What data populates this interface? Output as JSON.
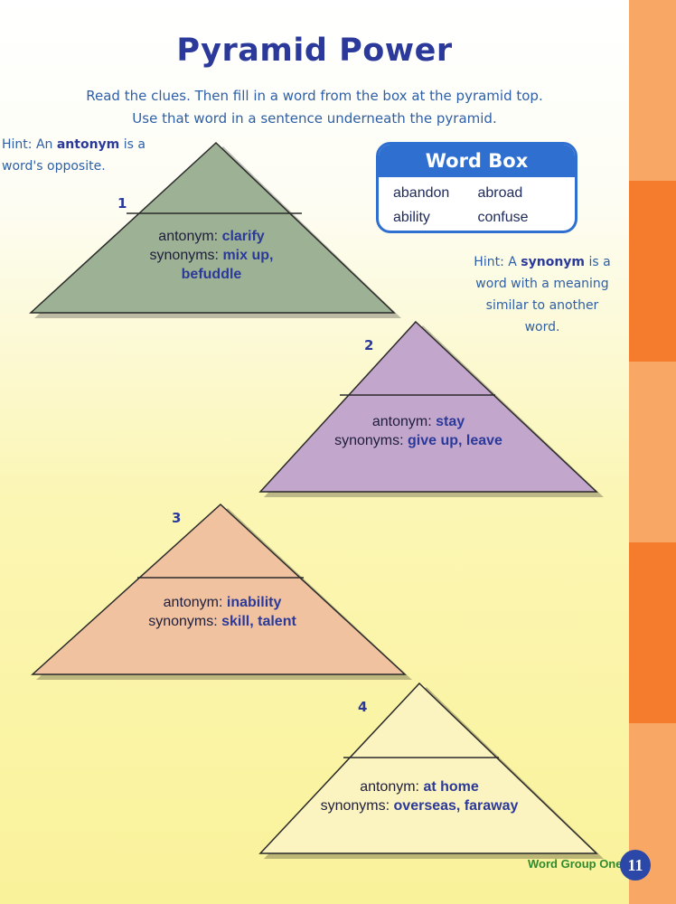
{
  "title": "Pyramid Power",
  "instructions": {
    "line1": "Read the clues. Then fill in a word from the box at the pyramid top.",
    "line2": "Use that word in a sentence underneath the pyramid."
  },
  "hint_left": {
    "prefix": "Hint: An ",
    "term": "antonym",
    "suffix": " is a word's opposite."
  },
  "hint_right": {
    "prefix": "Hint: A ",
    "term": "synonym",
    "suffix": " is a word with a meaning similar to another word."
  },
  "word_box": {
    "title": "Word Box",
    "words": [
      "abandon",
      "abroad",
      "ability",
      "confuse"
    ]
  },
  "pyramids": [
    {
      "number": "1",
      "antonym_label": "antonym: ",
      "antonym": "clarify",
      "synonyms_label": "synonyms: ",
      "synonyms_a": "mix up,",
      "synonyms_b": "befuddle"
    },
    {
      "number": "2",
      "antonym_label": "antonym: ",
      "antonym": "stay",
      "synonyms_label": "synonyms: ",
      "synonyms_a": "give up, leave",
      "synonyms_b": ""
    },
    {
      "number": "3",
      "antonym_label": "antonym: ",
      "antonym": "inability",
      "synonyms_label": "synonyms: ",
      "synonyms_a": "skill, talent",
      "synonyms_b": ""
    },
    {
      "number": "4",
      "antonym_label": "antonym: ",
      "antonym": "at home",
      "synonyms_label": "synonyms: ",
      "synonyms_a": "overseas, faraway",
      "synonyms_b": ""
    }
  ],
  "footer": {
    "label": "Word Group One",
    "page": "11"
  },
  "colors": {
    "pyramid1": "#9db194",
    "pyramid2": "#c3a6cc",
    "pyramid3": "#f0c2a0",
    "pyramid4": "#fbf3c0",
    "stripe_a": "#f47c2c",
    "stripe_b": "#f9a765",
    "title": "#2b3a9a",
    "accent_blue": "#2f6fd0"
  }
}
